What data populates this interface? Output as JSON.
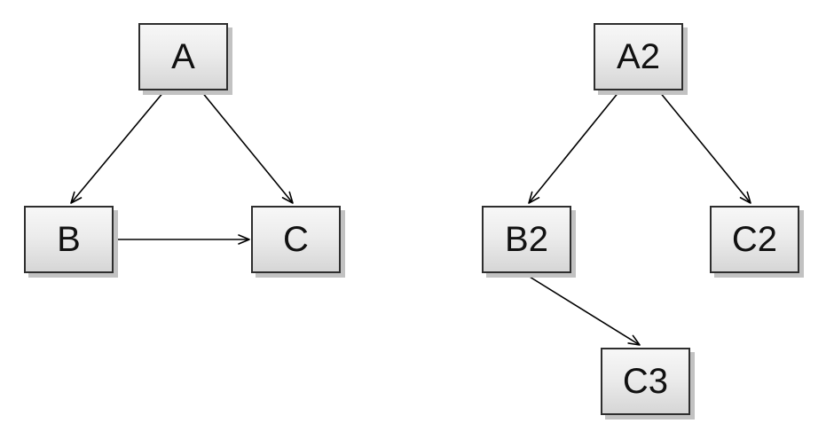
{
  "page": {
    "background_color": "#ffffff"
  },
  "diagram": {
    "type": "node-link-graph",
    "node_style": {
      "fill_top": "#f7f7f7",
      "fill_bottom": "#d6d6d6",
      "border_color": "#2e2e2e",
      "shadow_color": "#c2c2c2",
      "text_color": "#111111"
    },
    "edge_style": {
      "line_color": "#000000",
      "arrowhead": "open-v"
    },
    "graphs": [
      {
        "name": "left-graph",
        "nodes": [
          {
            "id": "A",
            "label": "A"
          },
          {
            "id": "B",
            "label": "B"
          },
          {
            "id": "C",
            "label": "C"
          }
        ],
        "edges": [
          {
            "from": "A",
            "to": "B"
          },
          {
            "from": "A",
            "to": "C"
          },
          {
            "from": "B",
            "to": "C"
          }
        ]
      },
      {
        "name": "right-graph",
        "nodes": [
          {
            "id": "A2",
            "label": "A2"
          },
          {
            "id": "B2",
            "label": "B2"
          },
          {
            "id": "C2",
            "label": "C2"
          },
          {
            "id": "C3",
            "label": "C3"
          }
        ],
        "edges": [
          {
            "from": "A2",
            "to": "B2"
          },
          {
            "from": "A2",
            "to": "C2"
          },
          {
            "from": "B2",
            "to": "C3"
          }
        ]
      }
    ]
  }
}
